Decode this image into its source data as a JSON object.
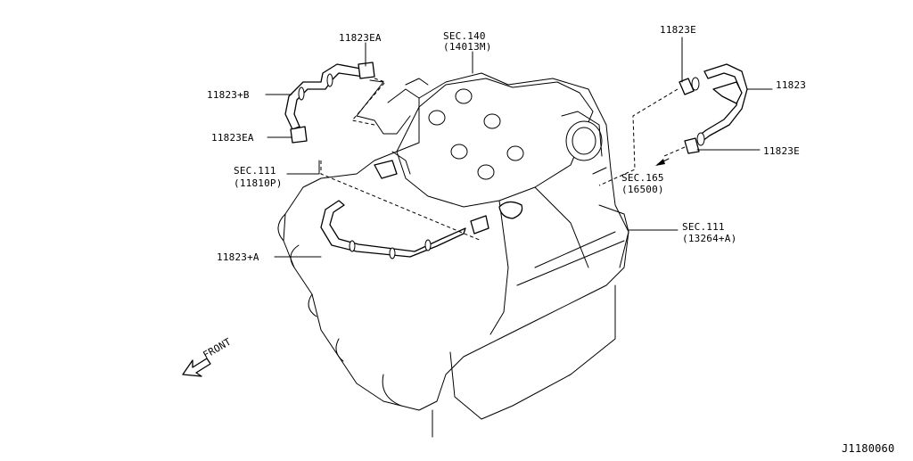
{
  "callouts": {
    "p11823ea_top": "11823EA",
    "p11823b": "11823+B",
    "p11823ea_mid": "11823EA",
    "sec111_left_code": "SEC.111",
    "sec111_left_part": "(11810P)",
    "p11823a": "11823+A",
    "sec140_code": "SEC.140",
    "sec140_part": "(14013M)",
    "p11823e_top": "11823E",
    "p11823": "11823",
    "p11823e_right": "11823E",
    "sec165_code": "SEC.165",
    "sec165_part": "(16500)",
    "sec111_right_code": "SEC.111",
    "sec111_right_part": "(13264+A)"
  },
  "orientation": {
    "front": "FRONT"
  },
  "diagram_id": "J1180060"
}
